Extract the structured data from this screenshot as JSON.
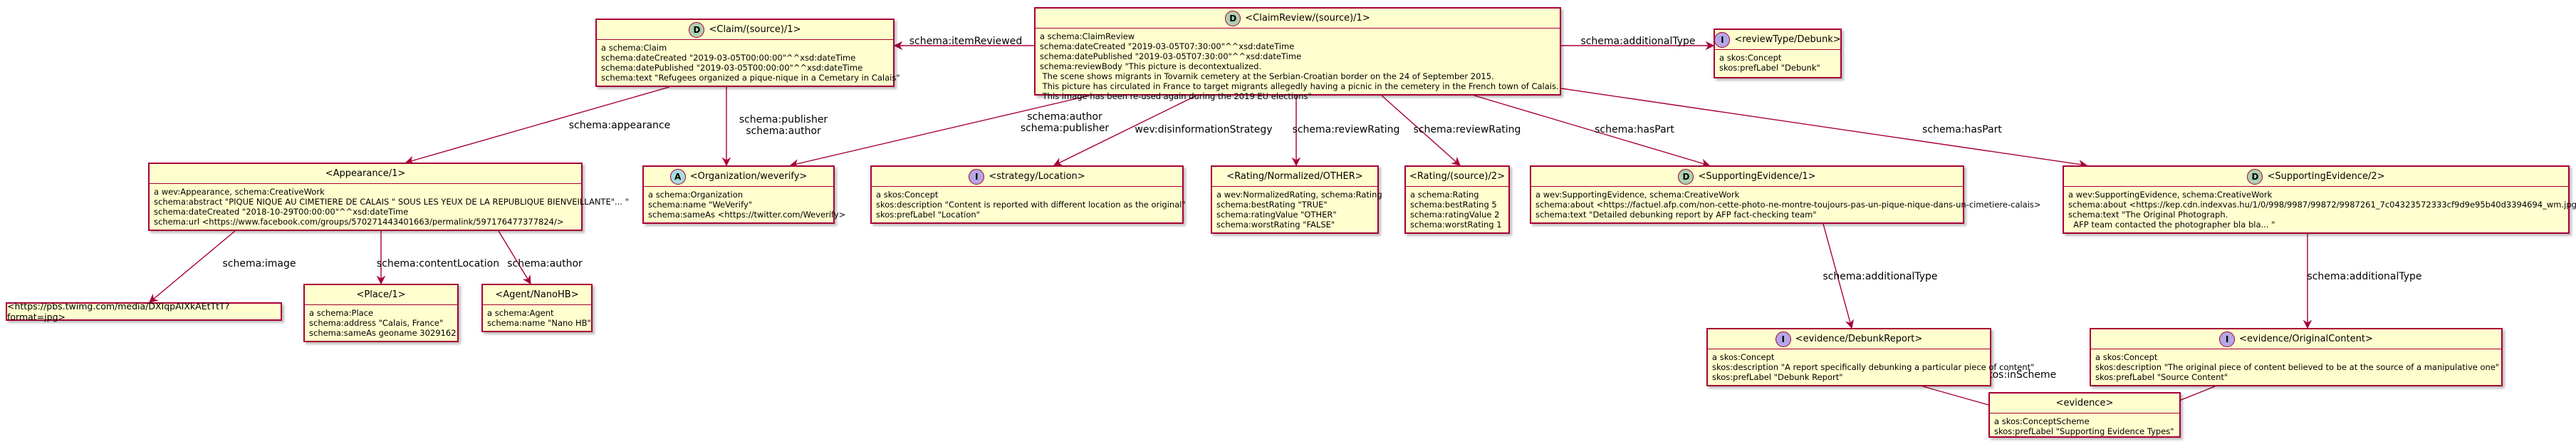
{
  "nodes": {
    "claim": {
      "stereotype": "D",
      "title": "<Claim/(source)/1>",
      "stereo_color": "#ADD1B2",
      "attrs": [
        "a schema:Claim",
        "schema:dateCreated \"2019-03-05T00:00:00\"^^xsd:dateTime",
        "schema:datePublished \"2019-03-05T00:00:00\"^^xsd:dateTime",
        "schema:text \"Refugees organized a pique-nique in a Cemetary in Calais\""
      ]
    },
    "claimreview": {
      "stereotype": "D",
      "title": "<ClaimReview/(source)/1>",
      "stereo_color": "#ADD1B2",
      "attrs": [
        "a schema:ClaimReview",
        "schema:dateCreated \"2019-03-05T07:30:00\"^^xsd:dateTime",
        "schema:datePublished \"2019-03-05T07:30:00\"^^xsd:dateTime",
        "schema:reviewBody \"This picture is decontextualized.",
        " The scene shows migrants in Tovarnik cemetery at the Serbian-Croatian border on the 24 of September 2015.",
        " This picture has circulated in France to target migrants allegedly having a picnic in the cemetery in the French town of Calais.",
        " This image has been re-used again during the 2019 EU elections\""
      ]
    },
    "reviewtype": {
      "stereotype": "I",
      "title": "<reviewType/Debunk>",
      "stereo_color": "#B4A7E5",
      "attrs": [
        "a skos:Concept",
        "skos:prefLabel \"Debunk\""
      ]
    },
    "appearance": {
      "stereotype": "",
      "title": "<Appearance/1>",
      "stereo_color": "",
      "attrs": [
        "a wev:Appearance, schema:CreativeWork",
        "schema:abstract \"PIQUE NIQUE AU CIMETIERE DE CALAIS \" SOUS LES YEUX DE LA REPUBLIQUE BIENVEILLANTE\"... \"",
        "schema:dateCreated \"2018-10-29T00:00:00\"^^xsd:dateTime",
        "schema:url <https://www.facebook.com/groups/570271443401663/permalink/597176477377824/>"
      ]
    },
    "organization": {
      "stereotype": "A",
      "title": "<Organization/weverify>",
      "stereo_color": "#A9DCDF",
      "attrs": [
        "a schema:Organization",
        "schema:name \"WeVerify\"",
        "schema:sameAs <https://twitter.com/Weverify>"
      ]
    },
    "strategy": {
      "stereotype": "I",
      "title": "<strategy/Location>",
      "stereo_color": "#B4A7E5",
      "attrs": [
        "a skos:Concept",
        "skos:description \"Content is reported with different location as the original\"",
        "skos:prefLabel \"Location\""
      ]
    },
    "ratingnorm": {
      "stereotype": "",
      "title": "<Rating/Normalized/OTHER>",
      "stereo_color": "",
      "attrs": [
        "a wev:NormalizedRating, schema:Rating",
        "schema:bestRating \"TRUE\"",
        "schema:ratingValue \"OTHER\"",
        "schema:worstRating \"FALSE\""
      ]
    },
    "ratingsource": {
      "stereotype": "",
      "title": "<Rating/(source)/2>",
      "stereo_color": "",
      "attrs": [
        "a schema:Rating",
        "schema:bestRating 5",
        "schema:ratingValue 2",
        "schema:worstRating 1"
      ]
    },
    "supp1": {
      "stereotype": "D",
      "title": "<SupportingEvidence/1>",
      "stereo_color": "#ADD1B2",
      "attrs": [
        "a wev:SupportingEvidence, schema:CreativeWork",
        "schema:about <https://factuel.afp.com/non-cette-photo-ne-montre-toujours-pas-un-pique-nique-dans-un-cimetiere-calais>",
        "schema:text \"Detailed debunking report by AFP fact-checking team\""
      ]
    },
    "supp2": {
      "stereotype": "D",
      "title": "<SupportingEvidence/2>",
      "stereo_color": "#ADD1B2",
      "attrs": [
        "a wev:SupportingEvidence, schema:CreativeWork",
        "schema:about <https://kep.cdn.indexvas.hu/1/0/998/9987/99872/9987261_7c04323572333cf9d9e95b40d3394694_wm.jpg>",
        "schema:text \"The Original Photograph.",
        "  AFP team contacted the photographer bla bla... \""
      ]
    },
    "image": {
      "stereotype": "",
      "title": "<https://pbs.twimg.com/media/DXIqpAIXkAEtTtT?format=jpg>",
      "stereo_color": "",
      "attrs": []
    },
    "place": {
      "stereotype": "",
      "title": "<Place/1>",
      "stereo_color": "",
      "attrs": [
        "a schema:Place",
        "schema:address \"Calais, France\"",
        "schema:sameAs geoname 3029162"
      ]
    },
    "agent": {
      "stereotype": "",
      "title": "<Agent/NanoHB>",
      "stereo_color": "",
      "attrs": [
        "a schema:Agent",
        "schema:name \"Nano HB\""
      ]
    },
    "debunkreport": {
      "stereotype": "I",
      "title": "<evidence/DebunkReport>",
      "stereo_color": "#B4A7E5",
      "attrs": [
        "a skos:Concept",
        "skos:description \"A report specifically debunking a particular piece of content\"",
        "skos:prefLabel \"Debunk Report\""
      ]
    },
    "originalcontent": {
      "stereotype": "I",
      "title": "<evidence/OriginalContent>",
      "stereo_color": "#B4A7E5",
      "attrs": [
        "a skos:Concept",
        "skos:description \"The original piece of content believed to be at the source of a manipulative one\"",
        "skos:prefLabel \"Source Content\""
      ]
    },
    "evidence": {
      "stereotype": "",
      "title": "<evidence>",
      "stereo_color": "",
      "attrs": [
        "a skos:ConceptScheme",
        "skos:prefLabel \"Supporting Evidence Types\""
      ]
    }
  },
  "edges": [
    {
      "label": "schema:itemReviewed"
    },
    {
      "label": "schema:additionalType"
    },
    {
      "label": "schema:appearance"
    },
    {
      "label": "schema:publisher\nschema:author"
    },
    {
      "label": "schema:author\nschema:publisher"
    },
    {
      "label": "wev:disinformationStrategy"
    },
    {
      "label": "schema:reviewRating"
    },
    {
      "label": "schema:reviewRating"
    },
    {
      "label": "schema:hasPart"
    },
    {
      "label": "schema:hasPart"
    },
    {
      "label": "schema:image"
    },
    {
      "label": "schema:contentLocation"
    },
    {
      "label": "schema:author"
    },
    {
      "label": "schema:additionalType"
    },
    {
      "label": "schema:additionalType"
    },
    {
      "label": "skos:inScheme"
    },
    {
      "label": "skos:inScheme"
    }
  ],
  "colors": {
    "node_fill": "#FEFECE",
    "node_border": "#A80036",
    "edge": "#A80036"
  }
}
